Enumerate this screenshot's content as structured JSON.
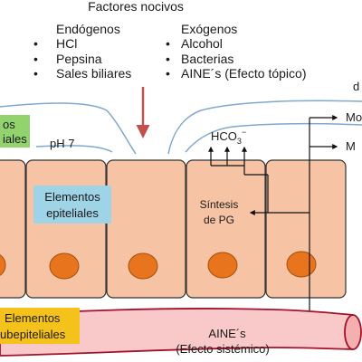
{
  "title": "Factores nocivos",
  "endogenous": {
    "heading": "Endógenos",
    "items": [
      "HCl",
      "Pepsina",
      "Sales biliares"
    ]
  },
  "exogenous": {
    "heading": "Exógenos",
    "items": [
      "Alcohol",
      "Bacterias",
      "AINE´s (Efecto tópico)"
    ]
  },
  "labels": {
    "cropped_top_right": "d",
    "cropped_right_1": "Mo",
    "cropped_right_2": "M",
    "preepithelial_line1": "os",
    "preepithelial_line2": "iales",
    "ph": "pH 7",
    "bicarbonate": "HCO",
    "bicarbonate_sub": "3",
    "bicarbonate_sup": "−",
    "epithelial_line1": "Elementos",
    "epithelial_line2": "epiteliales",
    "pg_line1": "Síntesis",
    "pg_line2": "de PG",
    "subepithelial_line1": "Elementos",
    "subepithelial_line2": "ubepiteliales",
    "nsaid_line1": "AINE´s",
    "nsaid_line2": "(Efecto sistémico)",
    "inhibition": "(−)"
  },
  "colors": {
    "cell_fill": "#f6c4a4",
    "cell_stroke": "#333333",
    "nucleus": "#e8741e",
    "mucus_line": "#7fa7cf",
    "noxious_arrow": "#c0504d",
    "green_box": "#92d36e",
    "blue_box": "#9fd3e6",
    "yellow_box": "#f5c21b",
    "vessel_fill": "#f9c9c9",
    "vessel_stroke": "#a3122a"
  }
}
